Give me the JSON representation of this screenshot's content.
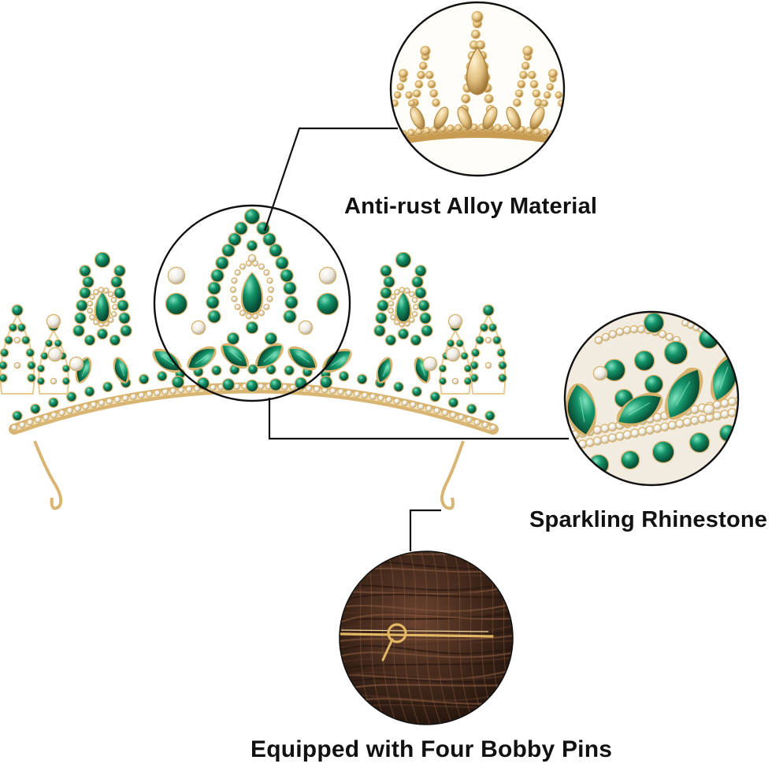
{
  "features": {
    "alloy": {
      "label": "Anti-rust Alloy Material",
      "icon": "crown-closeup-gold-icon"
    },
    "rhinestone": {
      "label": "Sparkling Rhinestone",
      "icon": "rhinestone-closeup-icon"
    },
    "pins": {
      "label": "Equipped with Four Bobby Pins",
      "icon": "bobby-pin-in-hair-icon"
    }
  },
  "colors": {
    "emerald": "#10875f",
    "emerald_dark": "#06553a",
    "gold": "#d9b573",
    "gold_dark": "#a8813f",
    "crystal": "#f3f1ea",
    "hair": "#3a2418",
    "leader_line": "#111111"
  }
}
